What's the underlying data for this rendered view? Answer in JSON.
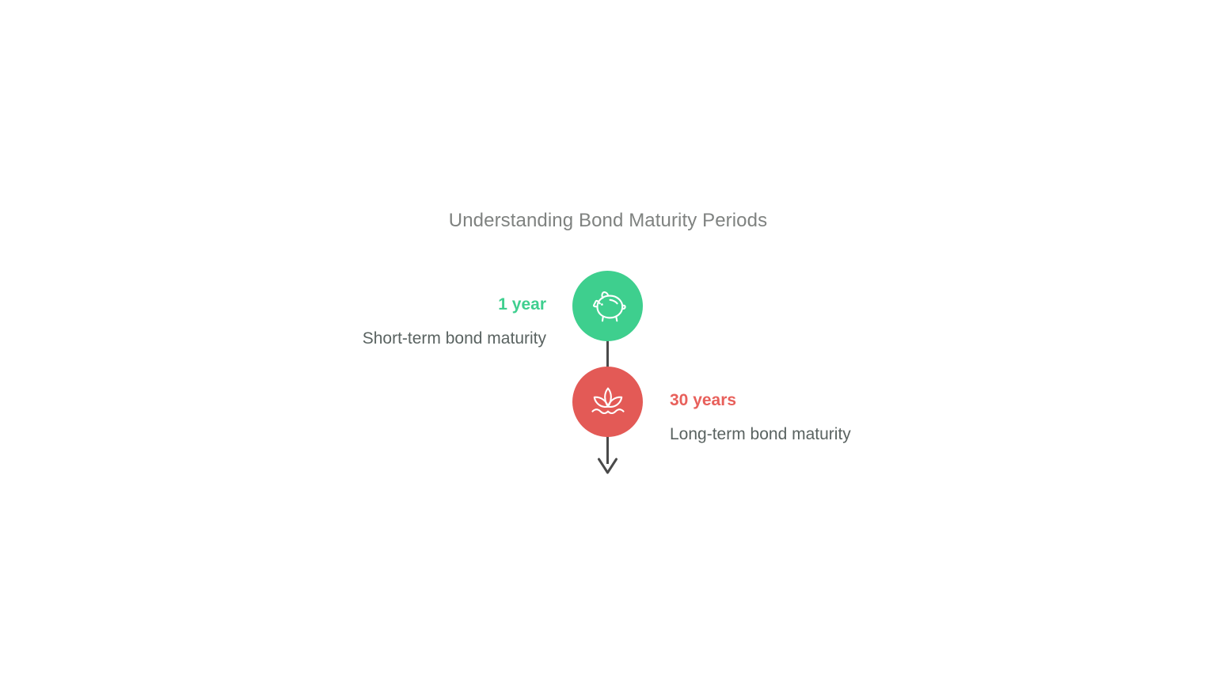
{
  "title": "Understanding Bond Maturity Periods",
  "colors": {
    "background": "#ffffff",
    "title_text": "#7f8280",
    "description_text": "#5a6361",
    "connector": "#4a4a4a",
    "green": "#3ecf8e",
    "green_text": "#3fcf8f",
    "red": "#e35a56",
    "red_text": "#e8605b",
    "icon_stroke": "#ffffff"
  },
  "chart_data": {
    "type": "diagram",
    "title": "Understanding Bond Maturity Periods",
    "subtype": "vertical-timeline",
    "legend": "",
    "items": [
      {
        "value": "1 year",
        "description": "Short-term bond maturity",
        "icon": "piggy-bank-icon",
        "color": "#3ecf8e",
        "value_color": "#3fcf8f",
        "side": "left"
      },
      {
        "value": "30 years",
        "description": "Long-term bond maturity",
        "icon": "lotus-icon",
        "color": "#e35a56",
        "value_color": "#e8605b",
        "side": "right"
      }
    ]
  }
}
